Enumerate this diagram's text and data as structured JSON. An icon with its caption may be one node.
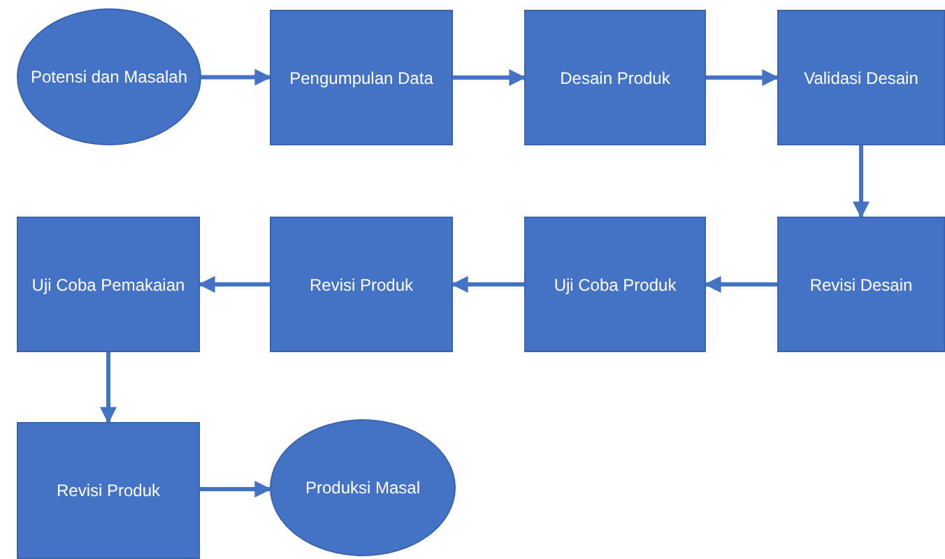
{
  "diagram": {
    "nodes": [
      {
        "text": [
          "Potensi dan Masalah"
        ]
      },
      {
        "text": [
          "Pengumpulan Data"
        ]
      },
      {
        "text": [
          "Desain Produk"
        ]
      },
      {
        "text": [
          "Validasi Desain"
        ]
      },
      {
        "text": [
          "Uji Coba Pemakaian"
        ]
      },
      {
        "text": [
          "Revisi Produk"
        ]
      },
      {
        "text": [
          "Uji Coba Produk"
        ]
      },
      {
        "text": [
          "Revisi Desain"
        ]
      },
      {
        "text": [
          "Revisi Produk"
        ]
      },
      {
        "text": [
          "Produksi Masal"
        ]
      }
    ],
    "edges": [
      {
        "from": 0,
        "to": 1,
        "arrow": "to"
      },
      {
        "from": 1,
        "to": 2,
        "arrow": "to"
      },
      {
        "from": 2,
        "to": 3,
        "arrow": "to"
      },
      {
        "from": 3,
        "to": 7,
        "arrow": "to"
      },
      {
        "from": 7,
        "to": 6,
        "arrow": "to"
      },
      {
        "from": 6,
        "to": 5,
        "arrow": "to"
      },
      {
        "from": 5,
        "to": 4,
        "arrow": "to"
      },
      {
        "from": 4,
        "to": 8,
        "arrow": "to"
      },
      {
        "from": 8,
        "to": 9,
        "arrow": "to"
      }
    ]
  }
}
